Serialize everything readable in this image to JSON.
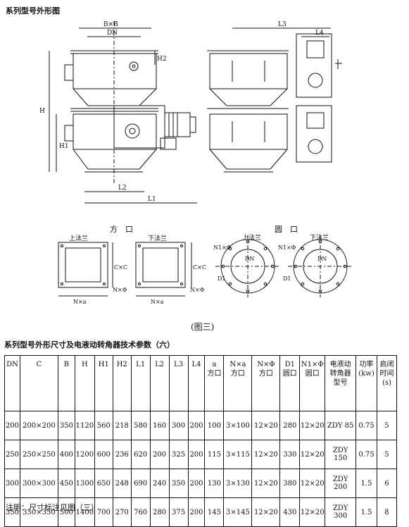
{
  "page_title": "系列型号外形图",
  "figure_caption": "(图三)",
  "table_title": "系列型号外形尺寸及电液动转角器技术参数（六）",
  "note": "注明：尺寸标注见图（三）",
  "drawing": {
    "dim_b_b": "B×B",
    "dim_dn": "DN",
    "dim_h2": "H2",
    "dim_h": "H",
    "dim_h1": "H1",
    "dim_l2": "L2",
    "dim_l1": "L1",
    "dim_l3": "L3",
    "dim_l4": "L4",
    "square_port": "方　口",
    "round_port": "圆　口",
    "upper_flange": "上法兰",
    "lower_flange": "下法兰",
    "c_c": "C×C",
    "n_a": "N×a",
    "n_phi": "N×Φ",
    "n1_phi": "N1×Φ",
    "d1": "D1",
    "dn": "DN"
  },
  "table": {
    "headers": [
      {
        "line1": "DN",
        "line2": ""
      },
      {
        "line1": "C",
        "line2": ""
      },
      {
        "line1": "B",
        "line2": ""
      },
      {
        "line1": "H",
        "line2": ""
      },
      {
        "line1": "H1",
        "line2": ""
      },
      {
        "line1": "H2",
        "line2": ""
      },
      {
        "line1": "L1",
        "line2": ""
      },
      {
        "line1": "L2",
        "line2": ""
      },
      {
        "line1": "L3",
        "line2": ""
      },
      {
        "line1": "L4",
        "line2": ""
      },
      {
        "line1": "a",
        "line2": "方口"
      },
      {
        "line1": "N×a",
        "line2": "方口"
      },
      {
        "line1": "N×Φ",
        "line2": "方口"
      },
      {
        "line1": "D1",
        "line2": "圆口"
      },
      {
        "line1": "N1×Φ",
        "line2": "圆口"
      },
      {
        "line1": "电液动",
        "line2": "转角器",
        "line3": "型号"
      },
      {
        "line1": "功率",
        "line2": "(kw)"
      },
      {
        "line1": "启闭",
        "line2": "时间",
        "line3": "(s)"
      }
    ],
    "rows": [
      [
        "200",
        "200×200",
        "350",
        "1120",
        "560",
        "218",
        "580",
        "160",
        "300",
        "200",
        "100",
        "3×100",
        "12×20",
        "280",
        "12×20",
        "ZDY 85",
        "0.75",
        "5"
      ],
      [
        "250",
        "250×250",
        "400",
        "1200",
        "600",
        "236",
        "620",
        "200",
        "325",
        "200",
        "115",
        "3×115",
        "12×20",
        "330",
        "12×20",
        "ZDY 150",
        "0.75",
        "5"
      ],
      [
        "300",
        "300×300",
        "450",
        "1300",
        "650",
        "248",
        "690",
        "240",
        "350",
        "200",
        "130",
        "3×130",
        "12×20",
        "380",
        "12×20",
        "ZDY 200",
        "1.5",
        "6"
      ],
      [
        "350",
        "350×350",
        "500",
        "1400",
        "700",
        "270",
        "760",
        "280",
        "375",
        "200",
        "145",
        "3×145",
        "12×20",
        "430",
        "12×20",
        "ZDY 300",
        "1.5",
        "8"
      ]
    ]
  }
}
